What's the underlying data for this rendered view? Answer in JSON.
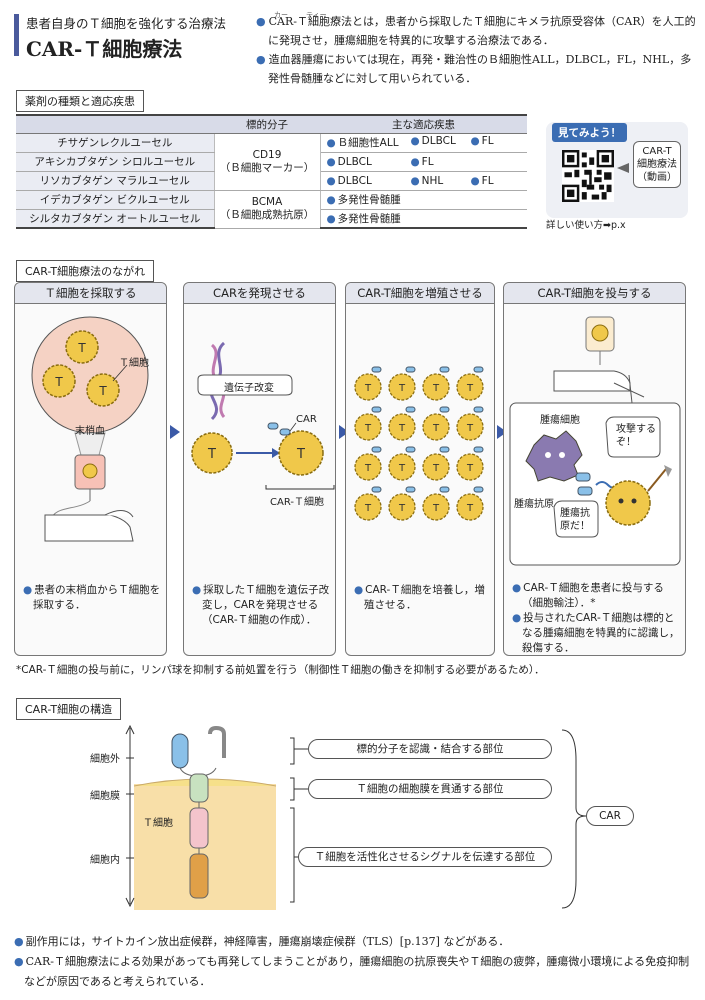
{
  "header": {
    "subtitle": "患者自身のＴ細胞を強化する治療法",
    "title": "CAR-Ｔ細胞療法"
  },
  "intro": [
    "CAR-Ｔ細胞療法とは，患者から採取したＴ細胞にキメラ抗原受容体（CAR）を人工的に発現させ，腫瘍細胞を特異的に攻撃する治療法である．",
    "造血器腫瘍においては現在，再発・難治性のＢ細胞性ALL，DLBCL，FL，NHL，多発性骨髄腫などに対して用いられている．"
  ],
  "intro_ruby": {
    "car": "カー",
    "t": "ティー"
  },
  "drug_section": {
    "label": "薬剤の種類と適応疾患",
    "columns": [
      "",
      "標的分子",
      "主な適応疾患"
    ],
    "rows": [
      {
        "name": "チサゲンレクルユーセル",
        "diseases": [
          "Ｂ細胞性ALL",
          "DLBCL",
          "FL"
        ]
      },
      {
        "name": "アキシカブタゲン シロルユーセル",
        "diseases": [
          "DLBCL",
          "FL",
          ""
        ]
      },
      {
        "name": "リソカブタゲン マラルユーセル",
        "diseases": [
          "DLBCL",
          "NHL",
          "FL"
        ]
      },
      {
        "name": "イデカブタゲン ビクルユーセル",
        "diseases": [
          "多発性骨髄腫",
          "",
          ""
        ]
      },
      {
        "name": "シルタカブタゲン オートルユーセル",
        "diseases": [
          "多発性骨髄腫",
          "",
          ""
        ]
      }
    ],
    "targets": [
      {
        "line1": "CD19",
        "line2": "（Ｂ細胞マーカー）"
      },
      {
        "line1": "BCMA",
        "line2": "（Ｂ細胞成熟抗原）"
      }
    ]
  },
  "qr": {
    "heading": "見てみよう！",
    "label": "CAR-T 細胞療法（動画）",
    "label_lines": [
      "CAR-T",
      "細胞療法",
      "（動画）"
    ],
    "footer": "詳しい使い方➡p.x"
  },
  "flow": {
    "label": "CAR-T細胞療法のながれ",
    "steps": [
      {
        "title": "Ｔ細胞を採取する",
        "text": [
          "患者の末梢血からＴ細胞を採取する．"
        ],
        "labels": {
          "tcell": "Ｔ細胞",
          "blood": "末梢血"
        }
      },
      {
        "title": "CARを発現させる",
        "text": [
          "採取したＴ細胞を遺伝子改変し，CARを発現させる（CAR-Ｔ細胞の作成）．"
        ],
        "labels": {
          "gene": "遺伝子改変",
          "car": "CAR",
          "cart": "CAR-Ｔ細胞"
        }
      },
      {
        "title": "CAR-T細胞を増殖させる",
        "text": [
          "CAR-Ｔ細胞を培養し，増殖させる．"
        ]
      },
      {
        "title": "CAR-T細胞を投与する",
        "text": [
          "CAR-Ｔ細胞を患者に投与する（細胞輸注）．*",
          "投与されたCAR-Ｔ細胞は標的となる腫瘍細胞を特異的に認識し，殺傷する．"
        ],
        "labels": {
          "tumor": "腫瘍細胞",
          "attack": "攻撃するぞ！",
          "antigen": "腫瘍抗原",
          "antigen_bubble": "腫瘍抗原だ！"
        }
      }
    ],
    "note": "*CAR-Ｔ細胞の投与前に，リンパ球を抑制する前処置を行う（制御性Ｔ細胞の働きを抑制する必要があるため）．"
  },
  "structure": {
    "label": "CAR-T細胞の構造",
    "side_labels": {
      "outside": "細胞外",
      "membrane": "細胞膜",
      "inside": "細胞内",
      "tcell": "Ｔ細胞"
    },
    "parts": [
      "標的分子を認識・結合する部位",
      "Ｔ細胞の細胞膜を貫通する部位",
      "Ｔ細胞を活性化させるシグナルを伝達する部位"
    ],
    "car": "CAR"
  },
  "footer": [
    "副作用には，サイトカイン放出症候群，神経障害，腫瘍崩壊症候群（TLS）[p.137] などがある．",
    "CAR-Ｔ細胞療法による効果があっても再発してしまうことがあり，腫瘍細胞の抗原喪失やＴ細胞の疲弊，腫瘍微小環境による免疫抑制などが原因であると考えられている．"
  ],
  "colors": {
    "accent": "#3b6db3",
    "header_bar": "#4a5a9c",
    "cell": "#f0c84a",
    "tumor": "#8a7ab0"
  }
}
